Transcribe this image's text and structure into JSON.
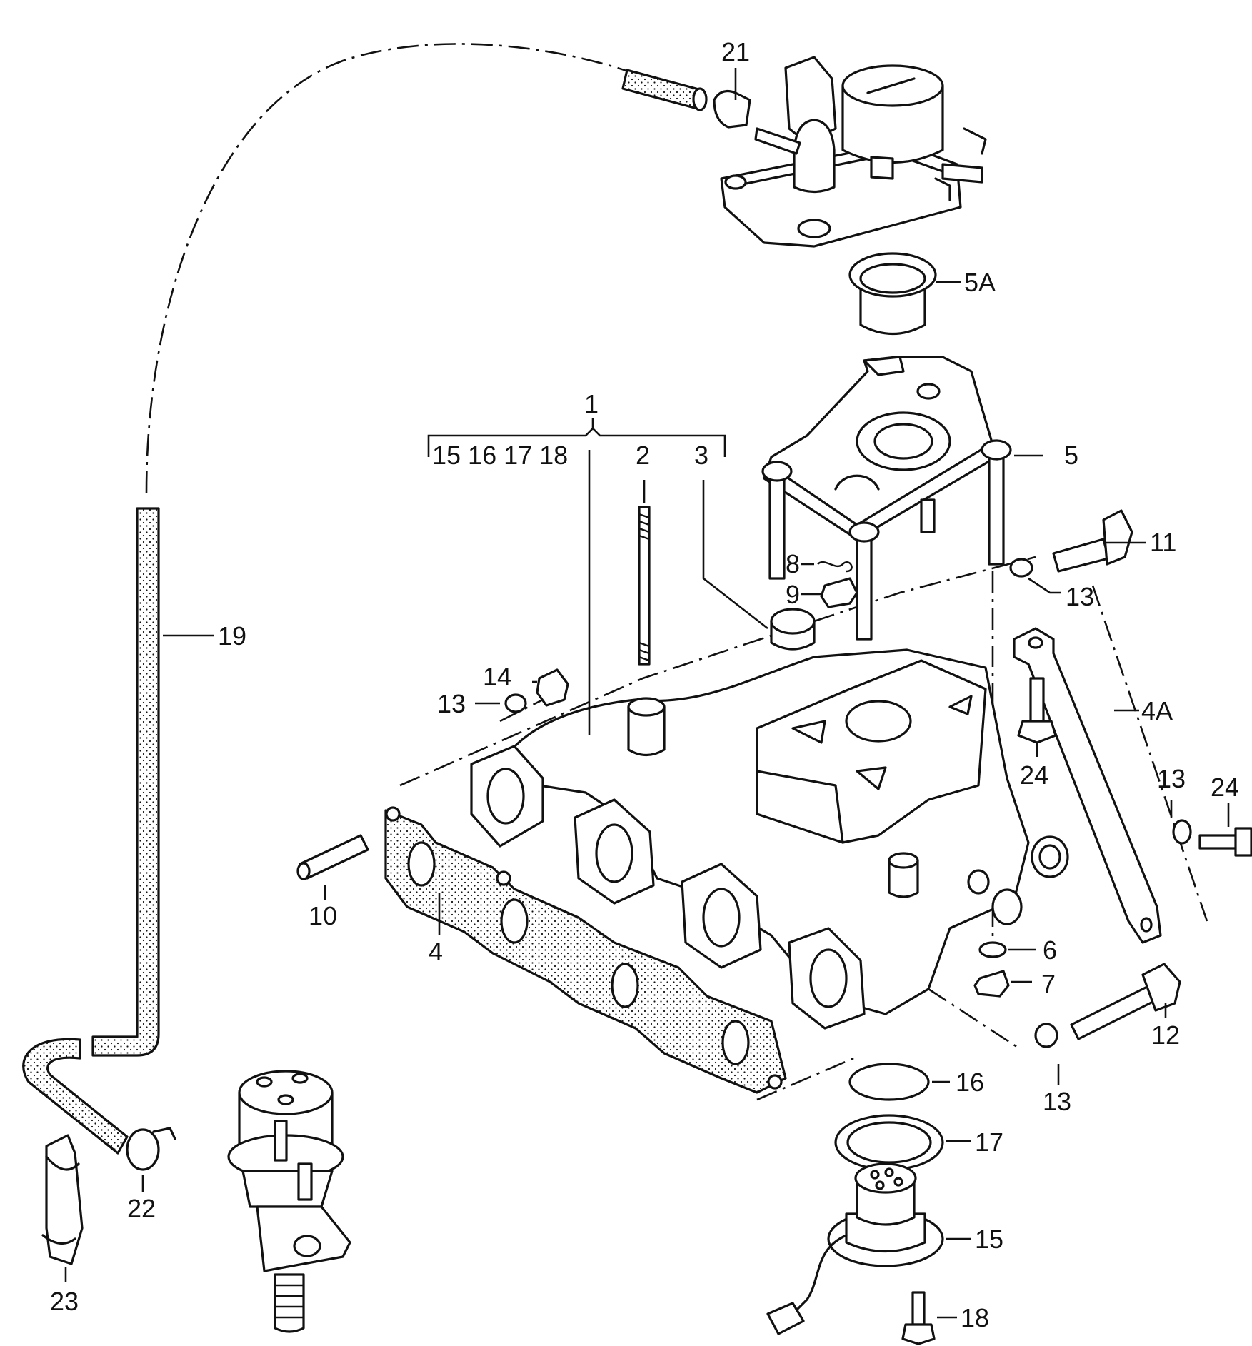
{
  "parts": [
    {
      "number": "1"
    },
    {
      "number": "15 16 17 18"
    },
    {
      "number": "2"
    },
    {
      "number": "3"
    },
    {
      "number": "4"
    },
    {
      "number": "4A"
    },
    {
      "number": "5"
    },
    {
      "number": "5A"
    },
    {
      "number": "6"
    },
    {
      "number": "7"
    },
    {
      "number": "8"
    },
    {
      "number": "9"
    },
    {
      "number": "10"
    },
    {
      "number": "11"
    },
    {
      "number": "12"
    },
    {
      "number": "13"
    },
    {
      "number": "13"
    },
    {
      "number": "13"
    },
    {
      "number": "13"
    },
    {
      "number": "14"
    },
    {
      "number": "15"
    },
    {
      "number": "16"
    },
    {
      "number": "17"
    },
    {
      "number": "18"
    },
    {
      "number": "19"
    },
    {
      "number": "21"
    },
    {
      "number": "22"
    },
    {
      "number": "23"
    },
    {
      "number": "24"
    },
    {
      "number": "24"
    }
  ]
}
